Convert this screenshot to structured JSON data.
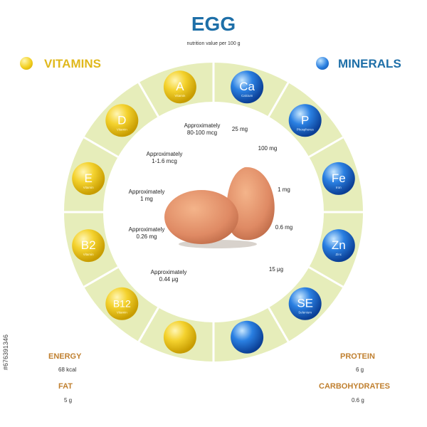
{
  "header": {
    "title": "EGG",
    "subtitle": "nutrition value per 100 g"
  },
  "legend": {
    "vitamins_label": "VITAMINS",
    "minerals_label": "MINERALS",
    "vitamin_color": "#e8c020",
    "mineral_color": "#1a6fd0"
  },
  "vitamins": [
    {
      "symbol": "A",
      "name": "Vitamin",
      "value": "Approximately\n80-100 mcg"
    },
    {
      "symbol": "D",
      "name": "Vitamin",
      "value": "Approximately\n1-1.6 mcg"
    },
    {
      "symbol": "E",
      "name": "Vitamin",
      "value": "Approximately\n1 mg"
    },
    {
      "symbol": "B2",
      "name": "Vitamin",
      "value": "Approximately\n0.26 mg"
    },
    {
      "symbol": "B12",
      "name": "Vitamin",
      "value": "Approximately\n0.44 μg"
    },
    {
      "symbol": "",
      "name": "",
      "value": ""
    }
  ],
  "minerals": [
    {
      "symbol": "Ca",
      "name": "Calcium",
      "value": "25 mg"
    },
    {
      "symbol": "P",
      "name": "Phosphorus",
      "value": "100 mg"
    },
    {
      "symbol": "Fe",
      "name": "Iron",
      "value": "1 mg"
    },
    {
      "symbol": "Zn",
      "name": "Zinc",
      "value": "0.6 mg"
    },
    {
      "symbol": "SE",
      "name": "Selenium",
      "value": "15 μg"
    },
    {
      "symbol": "",
      "name": "",
      "value": ""
    }
  ],
  "bottom": {
    "energy_label": "ENERGY",
    "energy_value": "68 kcal",
    "fat_label": "FAT",
    "fat_value": "5 g",
    "protein_label": "PROTEIN",
    "protein_value": "6 g",
    "carbs_label": "CARBOHYDRATES",
    "carbs_value": "0.6 g"
  },
  "stock_id": "#676391346",
  "ring_color": "#e6edba",
  "icons": [
    "egg-illustration-icon",
    "vitamin-ball-icon",
    "mineral-ball-icon"
  ]
}
